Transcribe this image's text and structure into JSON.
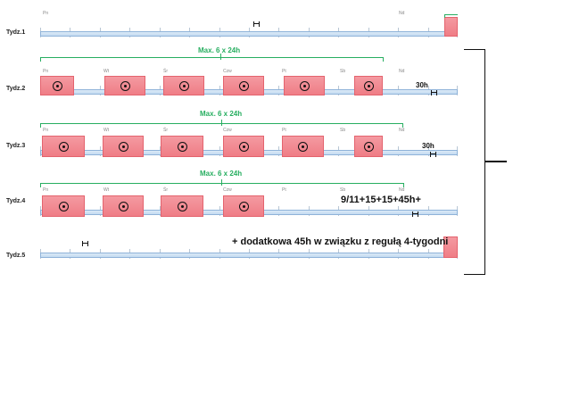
{
  "weeks": [
    {
      "label": "Tydz.1",
      "days": [
        "Pn",
        "",
        "",
        "",
        "",
        "",
        "Nd"
      ]
    },
    {
      "label": "Tydz.2",
      "days": [
        "Pn",
        "Wt",
        "Śr",
        "Czw",
        "Pt",
        "Sb",
        "Nd"
      ],
      "max_label": "Max. 6 x 24h",
      "hours": "30h"
    },
    {
      "label": "Tydz.3",
      "days": [
        "Pn",
        "Wt",
        "Śr",
        "Czw",
        "Pt",
        "Sb",
        "Nd"
      ],
      "max_label": "Max. 6 x 24h",
      "hours": "30h"
    },
    {
      "label": "Tydz.4",
      "days": [
        "Pn",
        "Wt",
        "Śr",
        "Czw",
        "Pt",
        "Sb",
        "Nd"
      ],
      "max_label": "Max. 6 x 24h"
    },
    {
      "label": "Tydz.5",
      "days": [
        "",
        "",
        "",
        "",
        "",
        "",
        ""
      ]
    }
  ],
  "notes": {
    "sum": "9/11+15+15+45h+",
    "additional": "+ dodatkowa 45h w związku z regułą 4-tygodni"
  },
  "colors": {
    "bar": "#ef7d86",
    "timeline": "#c4dbf1",
    "bracket": "#27ae60",
    "text": "#111111"
  },
  "icons": [
    "rest-icon",
    "clock-dot-icon"
  ]
}
